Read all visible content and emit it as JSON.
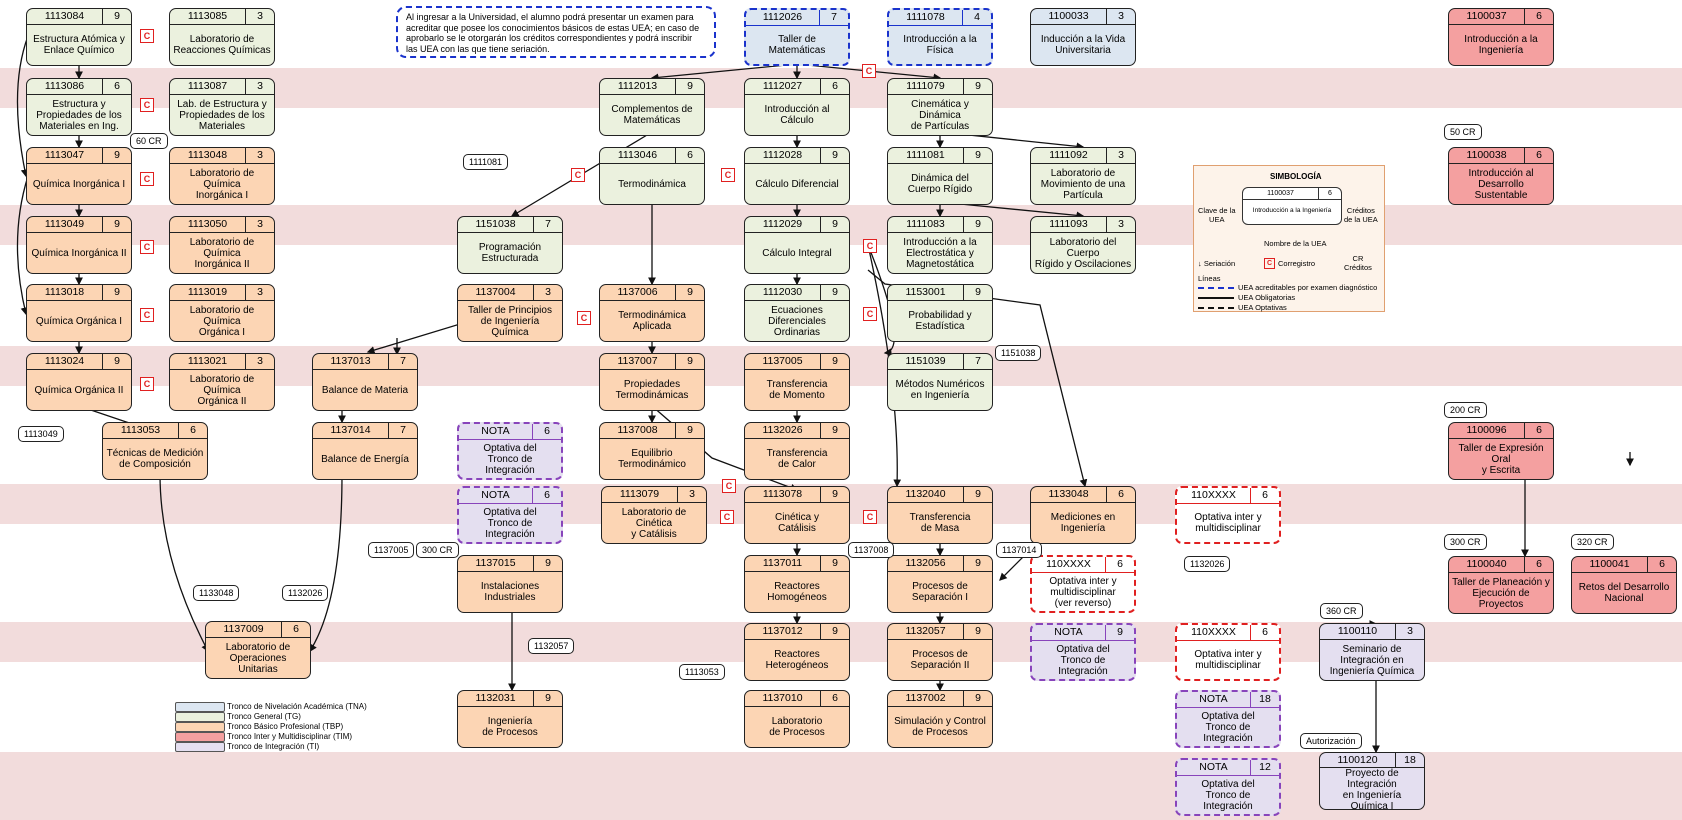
{
  "colors": {
    "TNA": "#dce6f1",
    "TG": "#ebf1de",
    "TBP": "#fcd5b4",
    "TIM": "#f4a0a0",
    "TI": "#e4dff0",
    "band": "#f2dcdc"
  },
  "note": "Al ingresar a la Universidad, el alumno podrá presentar un examen para acreditar que posee los conocimientos básicos de estas UEA; en caso de aprobarlo se le otorgarán los créditos correspondientes y podrá inscribir las UEA con las que tiene seriación.",
  "corequisite_letter": "C",
  "courses": [
    {
      "code": "1113084",
      "cr": "9",
      "name": "Estructura Atómica y\nEnlace Químico",
      "tronco": "TG"
    },
    {
      "code": "1113085",
      "cr": "3",
      "name": "Laboratorio de\nReacciones Químicas",
      "tronco": "TG"
    },
    {
      "code": "1113086",
      "cr": "6",
      "name": "Estructura y\nPropiedades de los\nMateriales en Ing.",
      "tronco": "TG"
    },
    {
      "code": "1113087",
      "cr": "3",
      "name": "Lab. de Estructura y\nPropiedades de los\nMateriales",
      "tronco": "TG"
    },
    {
      "code": "1113047",
      "cr": "9",
      "name": "Química Inorgánica I",
      "tronco": "TBP"
    },
    {
      "code": "1113048",
      "cr": "3",
      "name": "Laboratorio de Química\nInorgánica I",
      "tronco": "TBP"
    },
    {
      "code": "1113049",
      "cr": "9",
      "name": "Química Inorgánica II",
      "tronco": "TBP"
    },
    {
      "code": "1113050",
      "cr": "3",
      "name": "Laboratorio de Química\nInorgánica II",
      "tronco": "TBP"
    },
    {
      "code": "1113018",
      "cr": "9",
      "name": "Química Orgánica I",
      "tronco": "TBP"
    },
    {
      "code": "1113019",
      "cr": "3",
      "name": "Laboratorio de Química\nOrgánica I",
      "tronco": "TBP"
    },
    {
      "code": "1113024",
      "cr": "9",
      "name": "Química Orgánica II",
      "tronco": "TBP"
    },
    {
      "code": "1113021",
      "cr": "3",
      "name": "Laboratorio de Química\nOrgánica II",
      "tronco": "TBP"
    },
    {
      "code": "1113053",
      "cr": "6",
      "name": "Técnicas de Medición\nde Composición",
      "tronco": "TBP"
    },
    {
      "code": "1137009",
      "cr": "6",
      "name": "Laboratorio de\nOperaciones Unitarias",
      "tronco": "TBP"
    },
    {
      "code": "1137013",
      "cr": "7",
      "name": "Balance de Materia",
      "tronco": "TBP"
    },
    {
      "code": "1137014",
      "cr": "7",
      "name": "Balance de Energía",
      "tronco": "TBP"
    },
    {
      "code": "1151038",
      "cr": "7",
      "name": "Programación\nEstructurada",
      "tronco": "TG"
    },
    {
      "code": "1137004",
      "cr": "3",
      "name": "Taller de Principios\nde Ingeniería Química",
      "tronco": "TBP"
    },
    {
      "code": "1137015",
      "cr": "9",
      "name": "Instalaciones\nIndustriales",
      "tronco": "TBP"
    },
    {
      "code": "1132031",
      "cr": "9",
      "name": "Ingeniería\nde Procesos",
      "tronco": "TBP"
    },
    {
      "code": "1112013",
      "cr": "9",
      "name": "Complementos de\nMatemáticas",
      "tronco": "TG"
    },
    {
      "code": "1113046",
      "cr": "6",
      "name": "Termodinámica",
      "tronco": "TG"
    },
    {
      "code": "1137006",
      "cr": "9",
      "name": "Termodinámica\nAplicada",
      "tronco": "TBP"
    },
    {
      "code": "1137007",
      "cr": "9",
      "name": "Propiedades\nTermodinámicas",
      "tronco": "TBP"
    },
    {
      "code": "1137008",
      "cr": "9",
      "name": "Equilibrio\nTermodinámico",
      "tronco": "TBP"
    },
    {
      "code": "1113079",
      "cr": "3",
      "name": "Laboratorio de Cinética\ny Catálisis",
      "tronco": "TBP"
    },
    {
      "code": "1112026",
      "cr": "7",
      "name": "Taller de\nMatemáticas",
      "tronco": "TNA",
      "diag": true
    },
    {
      "code": "1112027",
      "cr": "6",
      "name": "Introducción al Cálculo",
      "tronco": "TG"
    },
    {
      "code": "1112028",
      "cr": "9",
      "name": "Cálculo Diferencial",
      "tronco": "TG"
    },
    {
      "code": "1112029",
      "cr": "9",
      "name": "Cálculo Integral",
      "tronco": "TG"
    },
    {
      "code": "1112030",
      "cr": "9",
      "name": "Ecuaciones\nDiferenciales\nOrdinarias",
      "tronco": "TG"
    },
    {
      "code": "1137005",
      "cr": "9",
      "name": "Transferencia\nde Momento",
      "tronco": "TBP"
    },
    {
      "code": "1132026",
      "cr": "9",
      "name": "Transferencia\nde Calor",
      "tronco": "TBP"
    },
    {
      "code": "1113078",
      "cr": "9",
      "name": "Cinética y\nCatálisis",
      "tronco": "TBP"
    },
    {
      "code": "1137011",
      "cr": "9",
      "name": "Reactores\nHomogéneos",
      "tronco": "TBP"
    },
    {
      "code": "1137012",
      "cr": "9",
      "name": "Reactores\nHeterogéneos",
      "tronco": "TBP"
    },
    {
      "code": "1137010",
      "cr": "6",
      "name": "Laboratorio\nde Procesos",
      "tronco": "TBP"
    },
    {
      "code": "1111078",
      "cr": "4",
      "name": "Introducción a la Física",
      "tronco": "TNA",
      "diag": true
    },
    {
      "code": "1111079",
      "cr": "9",
      "name": "Cinemática y Dinámica\nde Partículas",
      "tronco": "TG"
    },
    {
      "code": "1111081",
      "cr": "9",
      "name": "Dinámica del\nCuerpo Rígido",
      "tronco": "TG"
    },
    {
      "code": "1111083",
      "cr": "9",
      "name": "Introducción a la\nElectrostática y\nMagnetostática",
      "tronco": "TG"
    },
    {
      "code": "1153001",
      "cr": "9",
      "name": "Probabilidad y\nEstadística",
      "tronco": "TG"
    },
    {
      "code": "1151039",
      "cr": "7",
      "name": "Métodos Numéricos\nen Ingeniería",
      "tronco": "TG"
    },
    {
      "code": "1132040",
      "cr": "9",
      "name": "Transferencia\nde Masa",
      "tronco": "TBP"
    },
    {
      "code": "1132056",
      "cr": "9",
      "name": "Procesos de\nSeparación I",
      "tronco": "TBP"
    },
    {
      "code": "1132057",
      "cr": "9",
      "name": "Procesos de\nSeparación II",
      "tronco": "TBP"
    },
    {
      "code": "1137002",
      "cr": "9",
      "name": "Simulación y Control\nde Procesos",
      "tronco": "TBP"
    },
    {
      "code": "1100033",
      "cr": "3",
      "name": "Inducción a la Vida\nUniversitaria",
      "tronco": "TNA"
    },
    {
      "code": "1111092",
      "cr": "3",
      "name": "Laboratorio de\nMovimiento de una\nPartícula",
      "tronco": "TG"
    },
    {
      "code": "1111093",
      "cr": "3",
      "name": "Laboratorio del Cuerpo\nRígido y Oscilaciones",
      "tronco": "TG"
    },
    {
      "code": "1133048",
      "cr": "6",
      "name": "Mediciones en\nIngeniería",
      "tronco": "TBP"
    },
    {
      "code": "1100037",
      "cr": "6",
      "name": "Introducción a la\nIngeniería",
      "tronco": "TIM"
    },
    {
      "code": "1100038",
      "cr": "6",
      "name": "Introducción al\nDesarrollo Sustentable",
      "tronco": "TIM"
    },
    {
      "code": "1100096",
      "cr": "6",
      "name": "Taller de Expresión Oral\ny Escrita",
      "tronco": "TIM"
    },
    {
      "code": "1100040",
      "cr": "6",
      "name": "Taller de Planeación y\nEjecución de Proyectos",
      "tronco": "TIM"
    },
    {
      "code": "1100041",
      "cr": "6",
      "name": "Retos del Desarrollo\nNacional",
      "tronco": "TIM"
    },
    {
      "code": "1100110",
      "cr": "3",
      "name": "Seminario de\nIntegración en\nIngeniería Química",
      "tronco": "TI"
    },
    {
      "code": "1100120",
      "cr": "18",
      "name": "Proyecto de Integración\nen Ingeniería Química I",
      "tronco": "TI"
    }
  ],
  "electives": [
    {
      "code": "NOTA",
      "cr": "6",
      "name": "Optativa del\nTronco de Integración",
      "kind": "purple"
    },
    {
      "code": "NOTA",
      "cr": "6",
      "name": "Optativa del\nTronco de Integración",
      "kind": "purple"
    },
    {
      "code": "NOTA",
      "cr": "9",
      "name": "Optativa del\nTronco de Integración",
      "kind": "purple"
    },
    {
      "code": "NOTA",
      "cr": "18",
      "name": "Optativa del\nTronco de Integración",
      "kind": "purple"
    },
    {
      "code": "NOTA",
      "cr": "12",
      "name": "Optativa del\nTronco de Integración",
      "kind": "purple"
    },
    {
      "code": "110XXXX",
      "cr": "6",
      "name": "Optativa inter y\nmultidisciplinar",
      "kind": "red"
    },
    {
      "code": "110XXXX",
      "cr": "6",
      "name": "Optativa inter y\nmultidisciplinar\n(ver reverso)",
      "kind": "red"
    },
    {
      "code": "110XXXX",
      "cr": "6",
      "name": "Optativa inter y\nmultidisciplinar",
      "kind": "red"
    }
  ],
  "tags": [
    "60 CR",
    "1111081",
    "1151038",
    "1113049",
    "50 CR",
    "200 CR",
    "300 CR",
    "320 CR",
    "360 CR",
    "Autorización",
    "1137005",
    "300 CR",
    "1132026",
    "1133048",
    "1132026",
    "1132057",
    "1113053",
    "1137008",
    "1137014"
  ],
  "legend": {
    "title": "SIMBOLOGÍA",
    "sample_code": "1100037",
    "sample_cr": "6",
    "sample_name": "Introducción a la Ingeniería",
    "key_left": "Clave de la\nUEA",
    "key_right": "Créditos\nde la UEA",
    "key_bottom": "Nombre de la UEA",
    "seriacion": "Seriación",
    "corequisito": "Corregistro",
    "cr_label": "CR\nCréditos",
    "lineas": "Líneas",
    "line1": "UEA acreditables por examen diagnóstico",
    "line2": "UEA Obligatorias",
    "line3": "UEA Optativas"
  },
  "tronco_keys": [
    {
      "label": "Tronco de Nivelación Académica (TNA)",
      "color": "#dce6f1"
    },
    {
      "label": "Tronco General (TG)",
      "color": "#ebf1de"
    },
    {
      "label": "Tronco Básico Profesional (TBP)",
      "color": "#fcd5b4"
    },
    {
      "label": "Tronco Inter y Multidisciplinar (TIM)",
      "color": "#f4a0a0"
    },
    {
      "label": "Tronco de Integración (TI)",
      "color": "#e4dff0"
    }
  ]
}
